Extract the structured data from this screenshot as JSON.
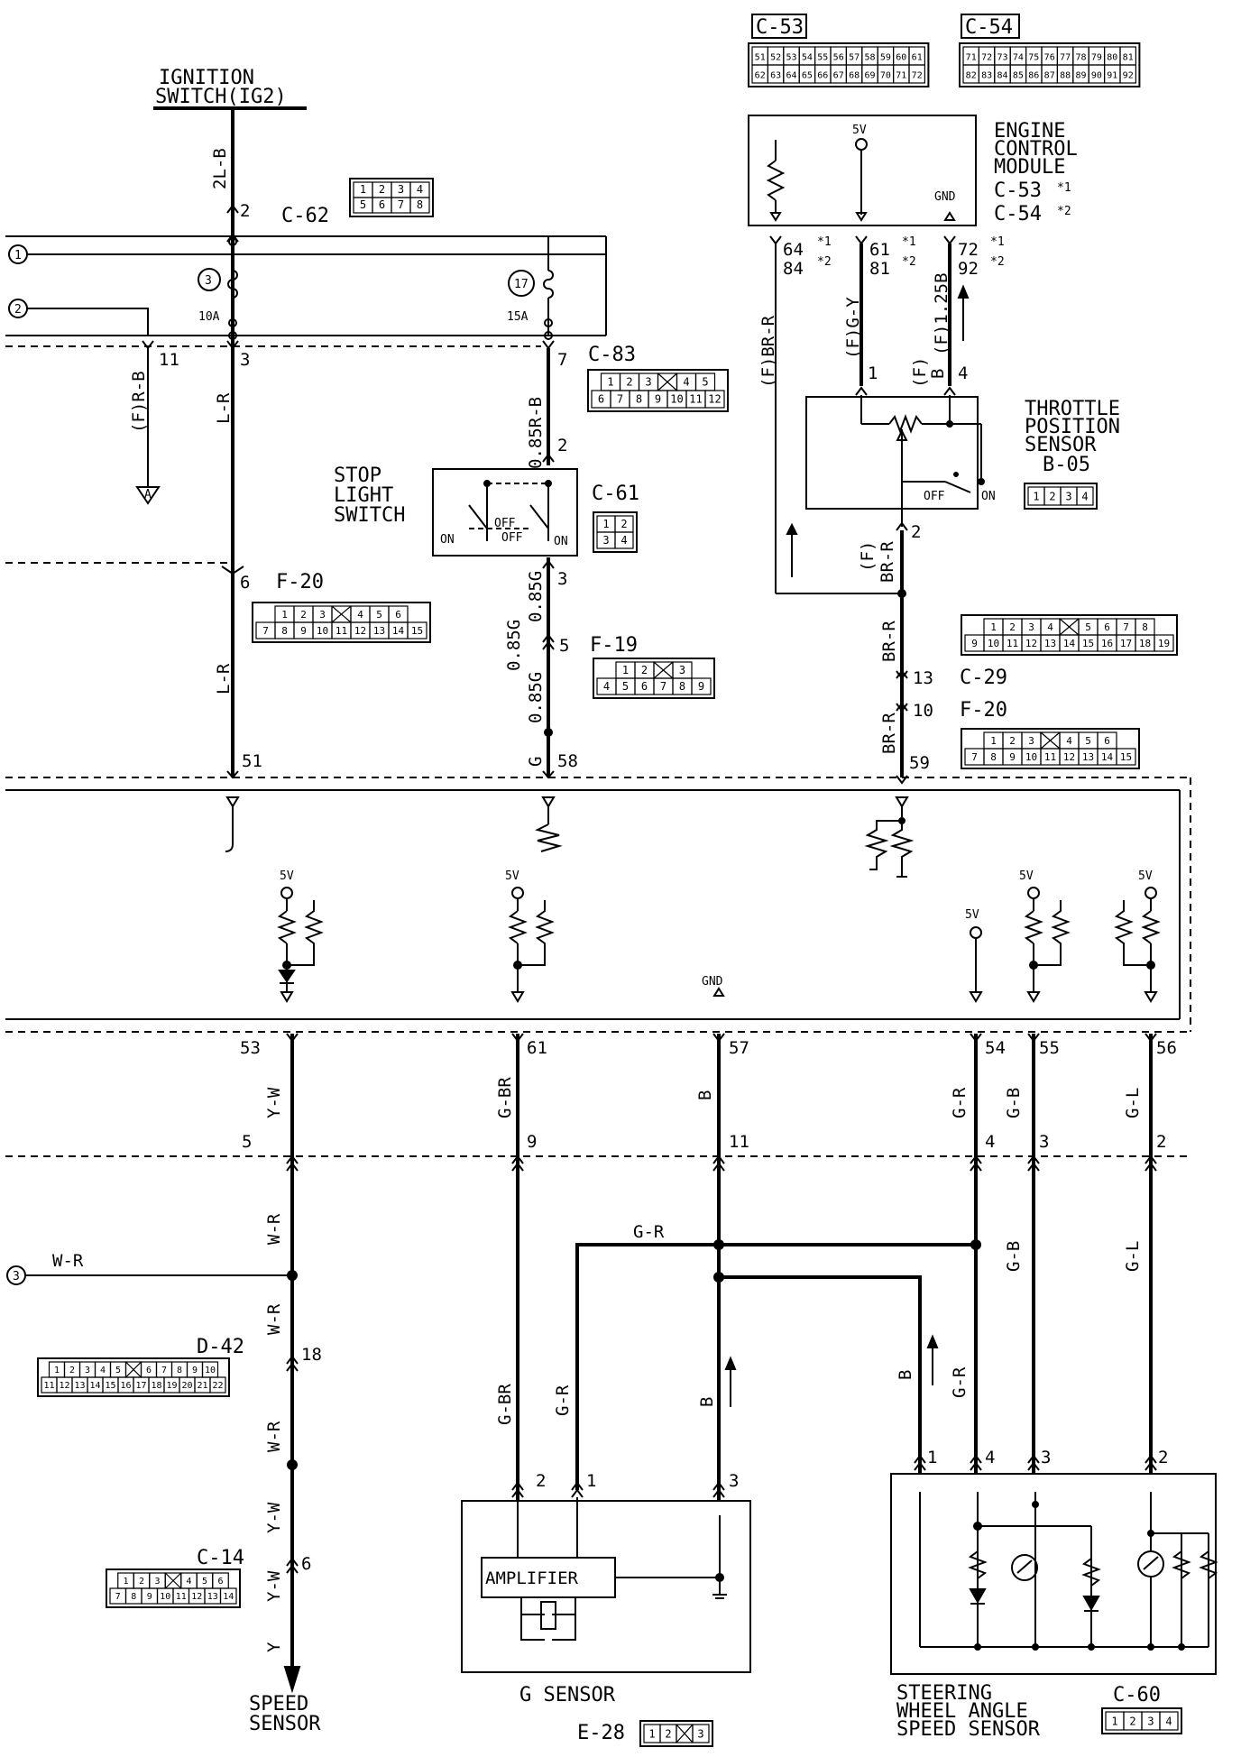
{
  "components": {
    "ignition": {
      "line1": "IGNITION",
      "line2": "SWITCH(IG2)"
    },
    "ecm": {
      "line1": "ENGINE",
      "line2": "CONTROL",
      "line3": "MODULE",
      "c53": "C-53",
      "c54": "C-54",
      "mark1": "*1",
      "mark2": "*2"
    },
    "tps": {
      "line1": "THROTTLE",
      "line2": "POSITION",
      "line3": "SENSOR",
      "connector": "B-05",
      "off": "OFF",
      "on": "ON"
    },
    "stop_switch": {
      "line1": "STOP",
      "line2": "LIGHT",
      "line3": "SWITCH",
      "connector": "C-61",
      "off": "OFF",
      "on": "ON"
    },
    "g_sensor": {
      "label": "G SENSOR",
      "amplifier": "AMPLIFIER",
      "connector": "E-28"
    },
    "steering_sensor": {
      "line1": "STEERING",
      "line2": "WHEEL ANGLE",
      "line3": "SPEED SENSOR",
      "connector": "C-60"
    },
    "speed_sensor": {
      "line1": "SPEED",
      "line2": "SENSOR"
    }
  },
  "connectors": {
    "c53": "C-53",
    "c54": "C-54",
    "c62": "C-62",
    "c83": "C-83",
    "c61": "C-61",
    "f20a": "F-20",
    "f19": "F-19",
    "c29": "C-29",
    "f20b": "F-20",
    "d42": "D-42",
    "c14": "C-14",
    "e28": "E-28",
    "c60": "C-60"
  },
  "fuses": {
    "f3": {
      "num": "3",
      "amp": "10A"
    },
    "f17": {
      "num": "17",
      "amp": "15A"
    }
  },
  "circle_refs": {
    "r1": "1",
    "r2": "2",
    "r3": "3"
  },
  "ground_marker": "A",
  "supply": {
    "v5": "5V",
    "gnd": "GND"
  },
  "wires": {
    "ig": "2L-B",
    "fr_b": "(F)R-B",
    "lr1": "L-R",
    "lr2": "L-R",
    "r085": "0.85R-B",
    "g085a": "0.85G",
    "g085b": "0.85G",
    "g085c": "0.85G",
    "g58": "G",
    "f_brr_top": "(F)BR-R",
    "f_gy": "(F)G-Y",
    "f_b125": "(F)1.25B",
    "f_b": "(F)",
    "f_b_letter": "B",
    "tps_br": "(F)",
    "tps_brr": "BR-R",
    "brr1": "BR-R",
    "brr2": "BR-R",
    "yw1": "Y-W",
    "gbr1": "G-BR",
    "b1": "B",
    "gr1": "G-R",
    "gb1": "G-B",
    "gl1": "G-L",
    "wr_in": "W-R",
    "wr1": "W-R",
    "wr2": "W-R",
    "wr3": "W-R",
    "yw2": "Y-W",
    "yw3": "Y-W",
    "y": "Y",
    "gr_h": "G-R",
    "gbr2": "G-BR",
    "gr2": "G-R",
    "b2": "B",
    "b3": "B",
    "gr3": "G-R",
    "gb2": "G-B",
    "gl2": "G-L"
  },
  "pins": {
    "p2": "2",
    "p3": "3",
    "p11": "11",
    "p7": "7",
    "p2b": "2",
    "p3b": "3",
    "p5b": "5",
    "p6": "6",
    "p51": "51",
    "p58": "58",
    "p59": "59",
    "p64": "64",
    "p84": "84",
    "p61": "61",
    "p81": "81",
    "p72": "72",
    "p92": "92",
    "tps1": "1",
    "tps4": "4",
    "tps2": "2",
    "p13": "13",
    "p10": "10",
    "p53": "53",
    "p61b": "61",
    "p57": "57",
    "p54": "54",
    "p55": "55",
    "p56": "56",
    "r5": "5",
    "r9": "9",
    "r11": "11",
    "r4": "4",
    "r3": "3",
    "r2": "2",
    "p18": "18",
    "p6b": "6",
    "g2": "2",
    "g1": "1",
    "g3": "3",
    "s1": "1",
    "s4": "4",
    "s3": "3",
    "s2": "2"
  },
  "grids": {
    "c53": [
      [
        "51",
        "52",
        "53",
        "54",
        "55",
        "56",
        "57",
        "58",
        "59",
        "60",
        "61"
      ],
      [
        "62",
        "63",
        "64",
        "65",
        "66",
        "67",
        "68",
        "69",
        "70",
        "71",
        "72"
      ]
    ],
    "c54": [
      [
        "71",
        "72",
        "73",
        "74",
        "75",
        "76",
        "77",
        "78",
        "79",
        "80",
        "81"
      ],
      [
        "82",
        "83",
        "84",
        "85",
        "86",
        "87",
        "88",
        "89",
        "90",
        "91",
        "92"
      ]
    ],
    "c62": [
      [
        "1",
        "2",
        "3",
        "4"
      ],
      [
        "5",
        "6",
        "7",
        "8"
      ]
    ],
    "c83": [
      [
        "1",
        "2",
        "3",
        "",
        "4",
        "5"
      ],
      [
        "6",
        "7",
        "8",
        "9",
        "10",
        "11",
        "12"
      ]
    ],
    "c61": [
      [
        "1",
        "2"
      ],
      [
        "3",
        "4"
      ]
    ],
    "b05": [
      [
        "1",
        "2",
        "3",
        "4"
      ]
    ],
    "f20": [
      [
        "1",
        "2",
        "3",
        "",
        "4",
        "5",
        "6"
      ],
      [
        "7",
        "8",
        "9",
        "10",
        "11",
        "12",
        "13",
        "14",
        "15"
      ]
    ],
    "f19": [
      [
        "1",
        "2",
        "",
        "3"
      ],
      [
        "4",
        "5",
        "6",
        "7",
        "8",
        "9"
      ]
    ],
    "c29": [
      [
        "1",
        "2",
        "3",
        "4",
        "",
        "5",
        "6",
        "7",
        "8"
      ],
      [
        "9",
        "10",
        "11",
        "12",
        "13",
        "14",
        "15",
        "16",
        "17",
        "18",
        "19"
      ]
    ],
    "d42": [
      [
        "1",
        "2",
        "3",
        "4",
        "5",
        "",
        "6",
        "7",
        "8",
        "9",
        "10"
      ],
      [
        "11",
        "12",
        "13",
        "14",
        "15",
        "16",
        "17",
        "18",
        "19",
        "20",
        "21",
        "22"
      ]
    ],
    "c14": [
      [
        "1",
        "2",
        "3",
        "",
        "4",
        "5",
        "6"
      ],
      [
        "7",
        "8",
        "9",
        "10",
        "11",
        "12",
        "13",
        "14"
      ]
    ],
    "e28": [
      [
        "1",
        "2",
        "",
        "3"
      ]
    ],
    "c60": [
      [
        "1",
        "2",
        "3",
        "4"
      ]
    ]
  }
}
